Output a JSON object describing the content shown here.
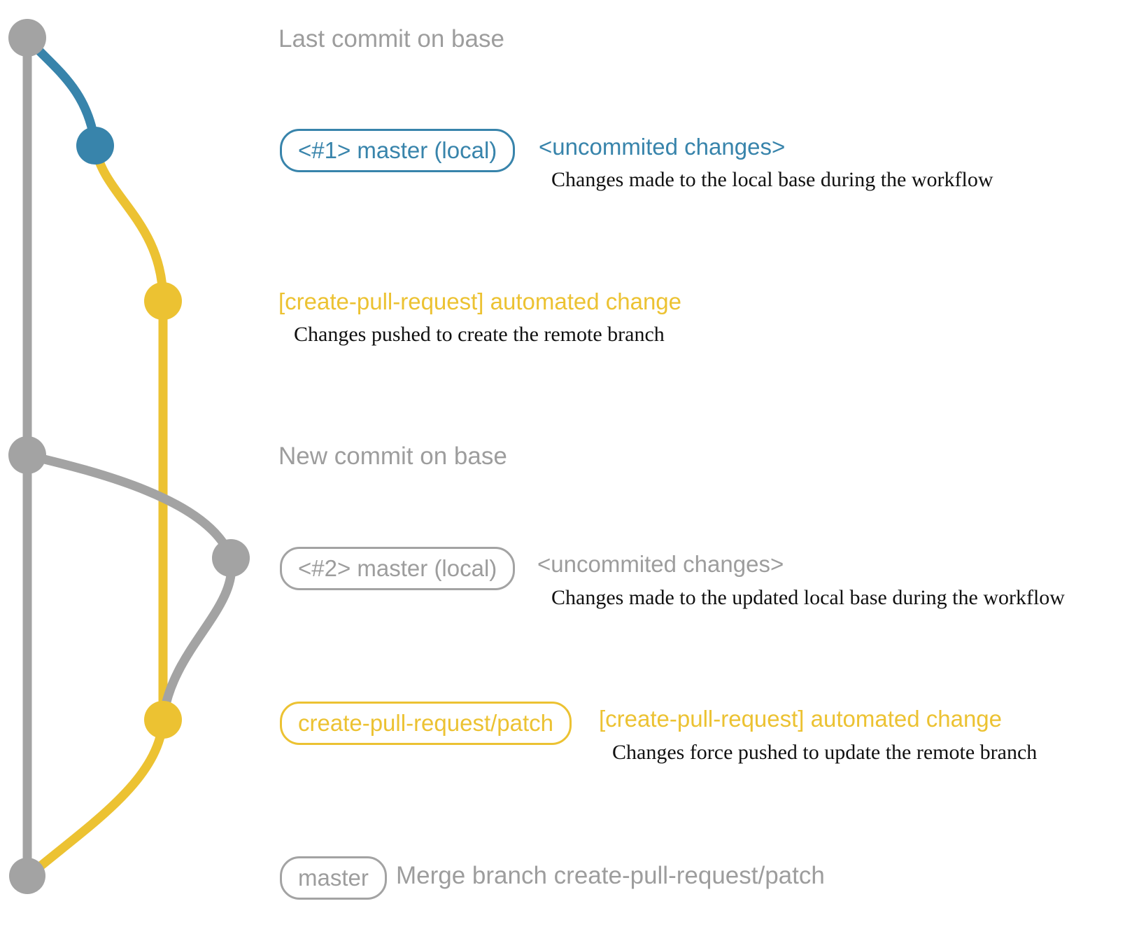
{
  "colors": {
    "gray": "#a3a3a3",
    "text_gray": "#9d9d9d",
    "blue": "#3884ab",
    "yellow": "#ecc232",
    "ink": "#111111"
  },
  "labels": {
    "last_commit": "Last commit on base",
    "new_commit": "New commit on base"
  },
  "rows": {
    "local1": {
      "badge": "<#1> master (local)",
      "title": "<uncommited changes>",
      "desc": "Changes made to the local base during the workflow"
    },
    "push1": {
      "title": "[create-pull-request] automated change",
      "desc": "Changes pushed to create the remote branch"
    },
    "local2": {
      "badge": "<#2> master (local)",
      "title": "<uncommited changes>",
      "desc": "Changes made to the updated local base during the workflow"
    },
    "push2": {
      "badge": "create-pull-request/patch",
      "title": "[create-pull-request] automated change",
      "desc": "Changes force pushed to update the remote branch"
    },
    "merge": {
      "badge": "master",
      "title": "Merge branch create-pull-request/patch"
    }
  }
}
